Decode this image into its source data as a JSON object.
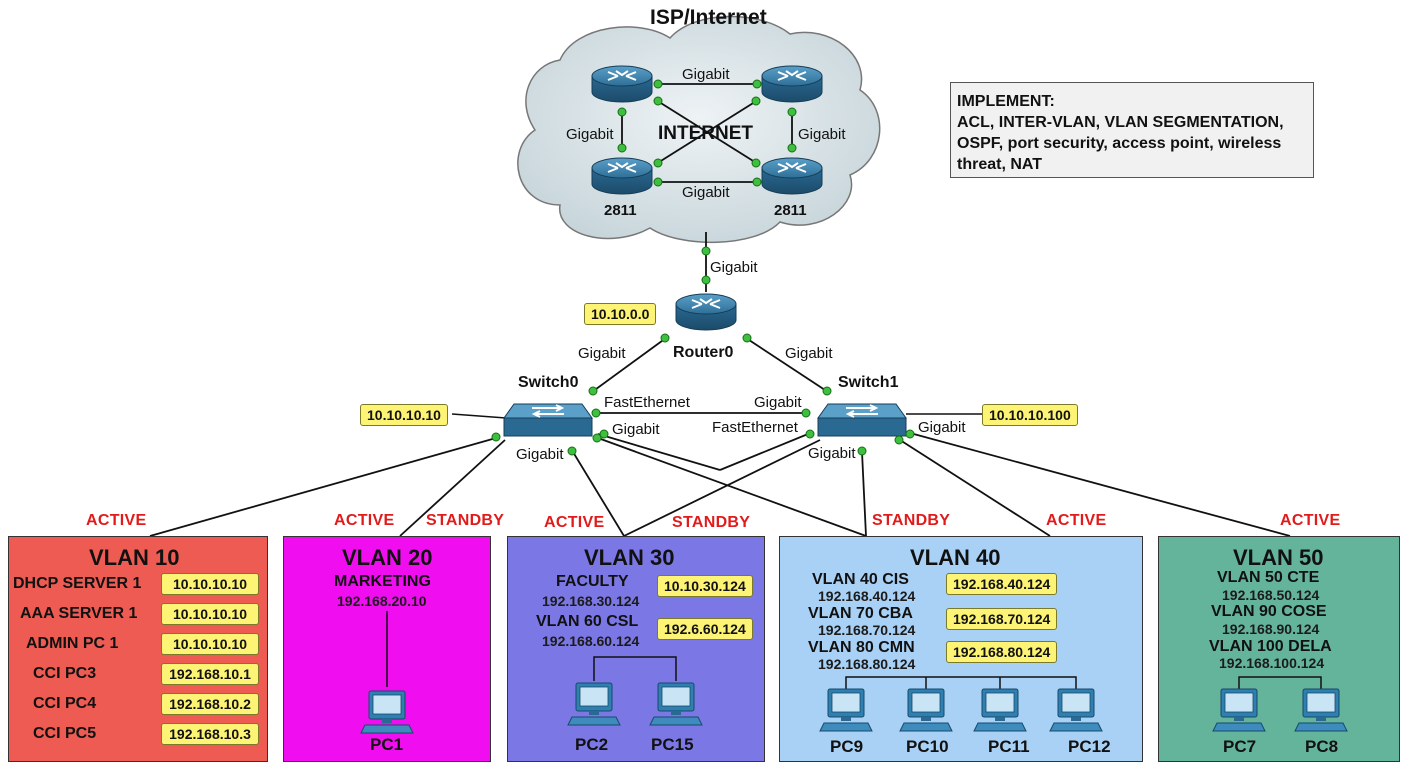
{
  "header": {
    "title": "ISP/Internet"
  },
  "internet": {
    "label": "INTERNET",
    "links": [
      "Gigabit",
      "Gigabit",
      "Gigabit",
      "Gigabit"
    ],
    "router_bottom_left": "2811",
    "router_bottom_right": "2811"
  },
  "implement": {
    "heading": "IMPLEMENT:",
    "lines": [
      "ACL, INTER-VLAN, VLAN SEGMENTATION,",
      "OSPF, port security, access point, wireless",
      "threat, NAT"
    ]
  },
  "router0": {
    "name": "Router0",
    "ip": "10.10.0.0",
    "uplink": "Gigabit",
    "link_left": "Gigabit",
    "link_right": "Gigabit"
  },
  "switch0": {
    "name": "Switch0",
    "ip": "10.10.10.10",
    "port_fe": "FastEthernet",
    "port_g1": "Gigabit",
    "port_g2": "Gigabit"
  },
  "switch1": {
    "name": "Switch1",
    "ip": "10.10.10.100",
    "port_g_top": "Gigabit",
    "port_fe": "FastEthernet",
    "port_g1": "Gigabit",
    "port_g2": "Gigabit"
  },
  "status": {
    "s1": "ACTIVE",
    "s2": "ACTIVE",
    "s3": "STANDBY",
    "s4": "ACTIVE",
    "s5": "STANDBY",
    "s6": "STANDBY",
    "s7": "ACTIVE",
    "s8": "ACTIVE"
  },
  "vlan10": {
    "title": "VLAN 10",
    "color": "#ee5b52",
    "rows": [
      {
        "name": "DHCP SERVER 1",
        "ip": "10.10.10.10"
      },
      {
        "name": "AAA SERVER 1",
        "ip": "10.10.10.10"
      },
      {
        "name": "ADMIN PC 1",
        "ip": "10.10.10.10"
      },
      {
        "name": "CCI PC3",
        "ip": "192.168.10.1"
      },
      {
        "name": "CCI PC4",
        "ip": "192.168.10.2"
      },
      {
        "name": "CCI PC5",
        "ip": "192.168.10.3"
      }
    ]
  },
  "vlan20": {
    "title": "VLAN 20",
    "color": "#f00ef0",
    "dept": "MARKETING",
    "ip": "192.168.20.10",
    "pc": "PC1"
  },
  "vlan30": {
    "title": "VLAN 30",
    "color": "#7b78e6",
    "dept1": "FACULTY",
    "ip1": "192.168.30.124",
    "box1": "10.10.30.124",
    "dept2": "VLAN 60 CSL",
    "ip2": "192.168.60.124",
    "box2": "192.6.60.124",
    "pcs": [
      "PC2",
      "PC15"
    ]
  },
  "vlan40": {
    "title": "VLAN 40",
    "color": "#a9d1f5",
    "rows": [
      {
        "name": "VLAN 40 CIS",
        "ip": "192.168.40.124",
        "box": "192.168.40.124"
      },
      {
        "name": "VLAN 70 CBA",
        "ip": "192.168.70.124",
        "box": "192.168.70.124"
      },
      {
        "name": "VLAN 80 CMN",
        "ip": "192.168.80.124",
        "box": "192.168.80.124"
      }
    ],
    "pcs": [
      "PC9",
      "PC10",
      "PC11",
      "PC12"
    ]
  },
  "vlan50": {
    "title": "VLAN 50",
    "color": "#64b39b",
    "rows": [
      {
        "name": "VLAN 50 CTE",
        "ip": "192.168.50.124"
      },
      {
        "name": "VLAN 90 COSE",
        "ip": "192.168.90.124"
      },
      {
        "name": "VLAN 100 DELA",
        "ip": "192.168.100.124"
      }
    ],
    "pcs": [
      "PC7",
      "PC8"
    ]
  }
}
